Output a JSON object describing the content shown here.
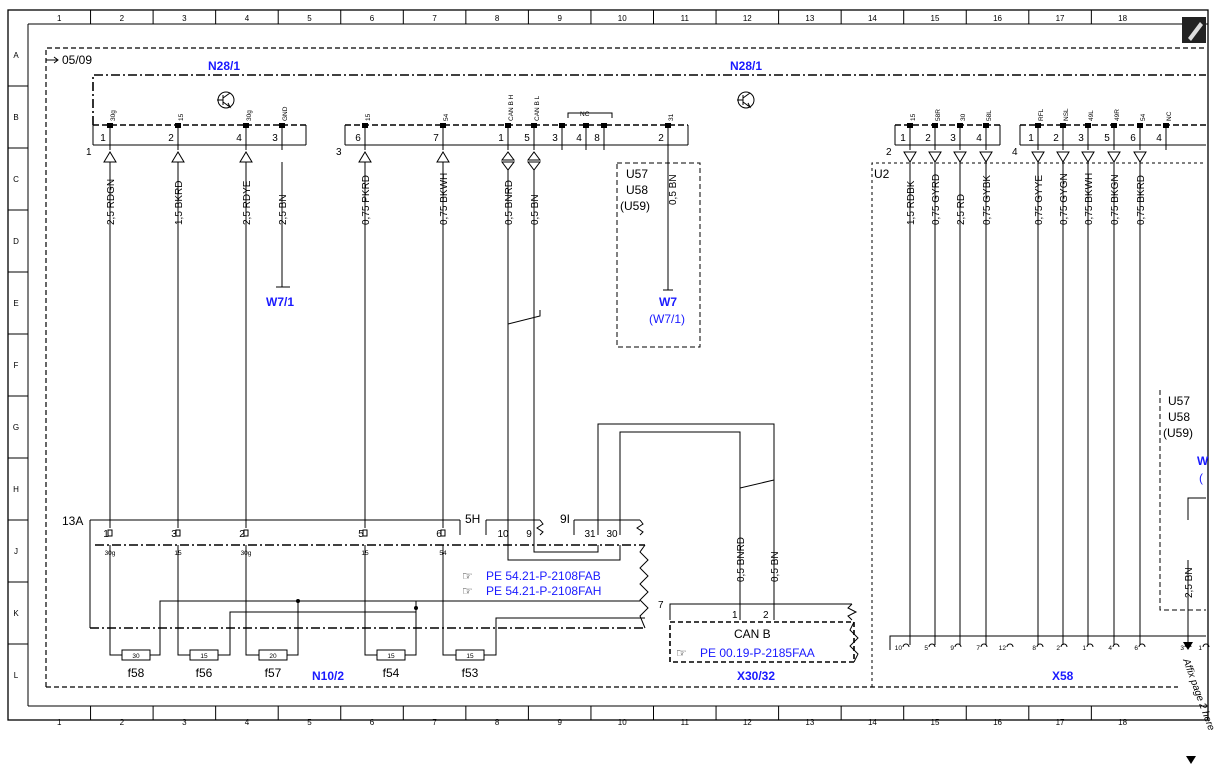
{
  "grid": {
    "cols": [
      "1",
      "2",
      "3",
      "4",
      "5",
      "6",
      "7",
      "8",
      "9",
      "10",
      "11",
      "12",
      "13",
      "14",
      "15",
      "16",
      "17",
      "18"
    ],
    "rows": [
      "A",
      "B",
      "C",
      "D",
      "E",
      "F",
      "G",
      "H",
      "J",
      "K",
      "L"
    ]
  },
  "colors": {
    "component_label": "#1a1aff",
    "line": "#000000",
    "background": "#ffffff"
  },
  "header": {
    "date_mark": "05/09"
  },
  "components": {
    "n28_left": "N28/1",
    "n28_right": "N28/1",
    "w7_1": "W7/1",
    "w7": "W7",
    "w7_paren": "(W7/1)",
    "n10": "N10/2",
    "x30": "X30/32",
    "x58": "X58",
    "u2": "U2",
    "can_b": "CAN B"
  },
  "variant_box_1": [
    "U57",
    "U58",
    "(U59)"
  ],
  "variant_box_2": [
    "U57",
    "U58",
    "(U59)"
  ],
  "connector_numbers": [
    "1",
    "3",
    "2",
    "4"
  ],
  "connector_pins": {
    "c1": [
      {
        "num": "1",
        "sig": "30g"
      },
      {
        "num": "2",
        "sig": "15"
      },
      {
        "num": "4",
        "sig": "30g"
      },
      {
        "num": "3",
        "sig": "GND"
      }
    ],
    "c3": [
      {
        "num": "6",
        "sig": "15"
      },
      {
        "num": "7",
        "sig": "54"
      },
      {
        "num": "1",
        "sig": "CAN B H"
      },
      {
        "num": "5",
        "sig": "CAN B L"
      },
      {
        "num": "3",
        "sig": ""
      },
      {
        "num": "4",
        "sig": ""
      },
      {
        "num": "8",
        "sig": ""
      },
      {
        "num": "2",
        "sig": "31"
      }
    ],
    "nc_label": "NC",
    "c2": [
      {
        "num": "1",
        "sig": "15"
      },
      {
        "num": "2",
        "sig": "58R"
      },
      {
        "num": "3",
        "sig": "30"
      },
      {
        "num": "4",
        "sig": "58L"
      }
    ],
    "c4": [
      {
        "num": "1",
        "sig": "RFL"
      },
      {
        "num": "2",
        "sig": "NSL"
      },
      {
        "num": "3",
        "sig": "49L"
      },
      {
        "num": "5",
        "sig": "49R"
      },
      {
        "num": "6",
        "sig": "54"
      },
      {
        "num": "4",
        "sig": "NC"
      }
    ]
  },
  "wires_left": [
    "2,5 RDGN",
    "1,5 BKRD",
    "2,5 RDYE",
    "2,5 BN",
    "0,75 PKRD",
    "0,75 BKWH",
    "0,5 BNRD",
    "0,5 BN"
  ],
  "wire_u57": "0,5 BN",
  "wires_right": [
    "1,5 RDBK",
    "0,75 GYRD",
    "2,5 RD",
    "0,75 GYBK",
    "0,75 GYYE",
    "0,75 GYGN",
    "0,75 BKWH",
    "0,75 BKGN",
    "0,75 BKRD"
  ],
  "wires_can": [
    "0,5 BNRD",
    "0,5 BN"
  ],
  "wire_far_right": "2,5 BN",
  "n10_block": {
    "label_13a": "13A",
    "label_5h": "5H",
    "label_9i": "9I",
    "pins_top": [
      {
        "num": "1",
        "sig": "30g"
      },
      {
        "num": "3",
        "sig": "15"
      },
      {
        "num": "2",
        "sig": "30g"
      },
      {
        "num": "5",
        "sig": "15"
      },
      {
        "num": "6",
        "sig": "54"
      }
    ],
    "pins_9i": [
      "10",
      "9"
    ],
    "pins_31": [
      "31",
      "30"
    ],
    "fuses": [
      {
        "value": "30",
        "name": "f58"
      },
      {
        "value": "15",
        "name": "f56"
      },
      {
        "value": "20",
        "name": "f57"
      },
      {
        "value": "15",
        "name": "f54"
      },
      {
        "value": "15",
        "name": "f53"
      }
    ]
  },
  "references": [
    "PE 54.21-P-2108FAB",
    "PE 54.21-P-2108FAH",
    "PE 00.19-P-2185FAA"
  ],
  "x30_block": {
    "label_7": "7",
    "pins": [
      "1",
      "2"
    ]
  },
  "x58_pins": [
    "10",
    "5",
    "9",
    "7",
    "12",
    "8",
    "2",
    "1",
    "4",
    "6",
    "3",
    "1"
  ],
  "affix_text": "Affix page 2 here",
  "partial_letter": "W",
  "partial_paren": "("
}
